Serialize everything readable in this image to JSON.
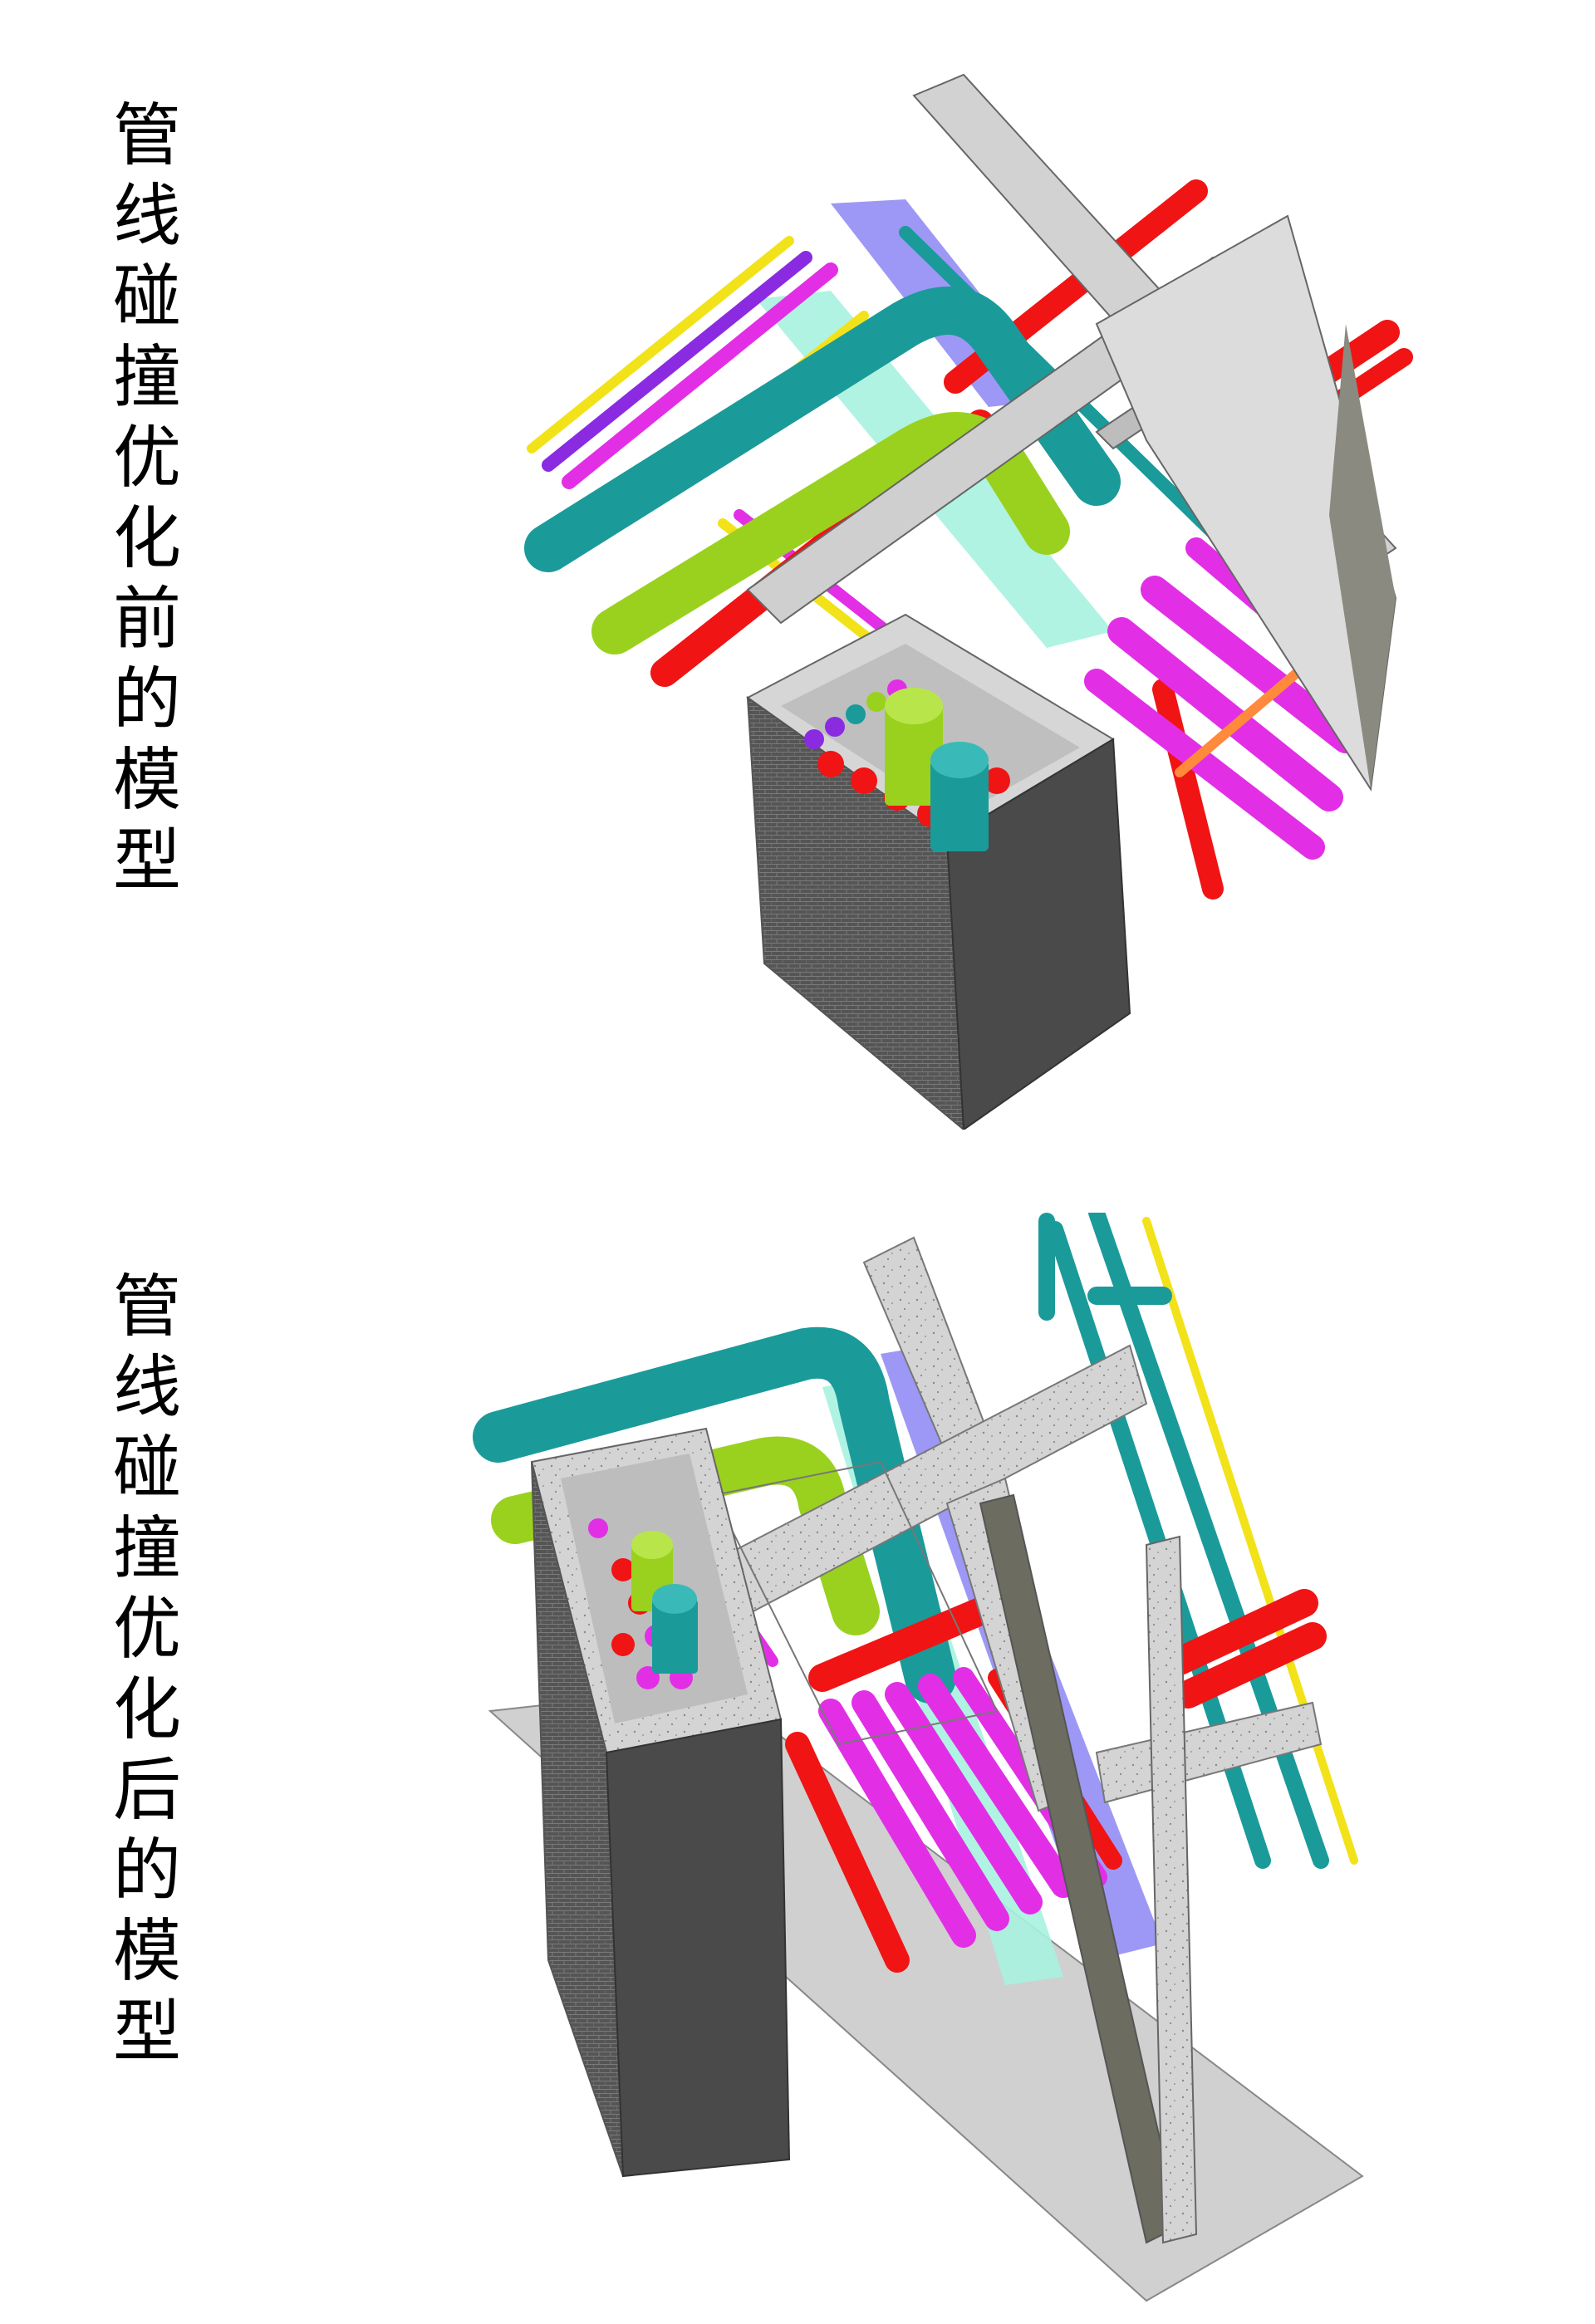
{
  "captions": {
    "before": [
      "管",
      "线",
      "碰",
      "撞",
      "优",
      "化",
      "前",
      "的",
      "模",
      "型"
    ],
    "after": [
      "管",
      "线",
      "碰",
      "撞",
      "优",
      "化",
      "后",
      "的",
      "模",
      "型"
    ]
  },
  "colors": {
    "concrete": "#cfcfcf",
    "concrete_dark": "#7d7d7d",
    "wall_dark": "#4a4a4a",
    "hvac_teal": "#1b9a9a",
    "hvac_lime": "#9ad11e",
    "fire_red": "#f01414",
    "drain_magenta": "#e22fe6",
    "cable_yellow": "#f2e21a",
    "tray_blue": "#8c86f5",
    "tray_mint": "#a7f2df",
    "purple_pipe": "#8a2be2",
    "orange_pipe": "#ff8a3c"
  }
}
